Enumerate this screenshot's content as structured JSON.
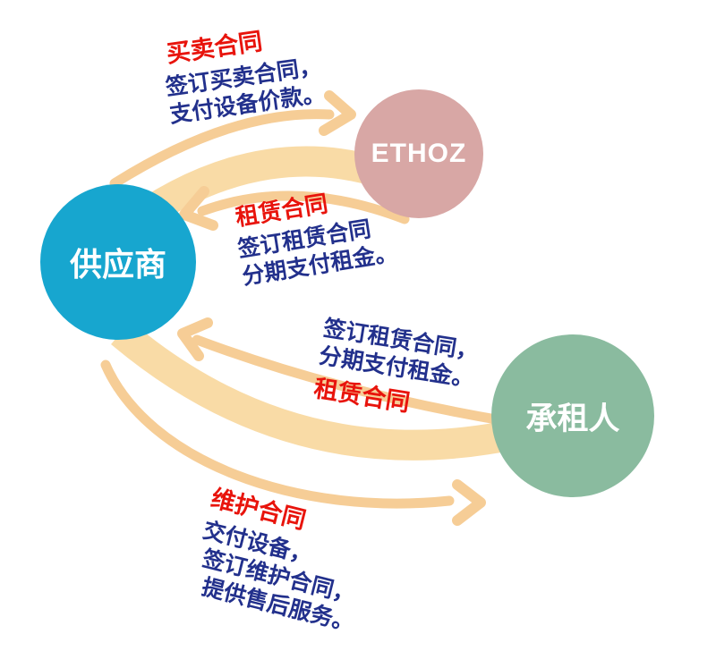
{
  "diagram": {
    "background": "#ffffff",
    "nodes": {
      "supplier": {
        "label": "供应商",
        "color": "#17A6CF",
        "text_color": "#ffffff"
      },
      "ethoz": {
        "label": "ETHOZ",
        "color": "#D8A7A5",
        "text_color": "#ffffff"
      },
      "lessee": {
        "label": "承租人",
        "color": "#8ABB9F",
        "text_color": "#ffffff"
      }
    },
    "contracts": {
      "sale": {
        "title": "买卖合同",
        "lines": [
          "签订买卖合同，",
          "支付设备价款。"
        ]
      },
      "lease_back": {
        "title": "租赁合同",
        "lines": [
          "签订租赁合同",
          "分期支付租金。"
        ]
      },
      "lease_forward": {
        "title": "租赁合同",
        "lines": [
          "签订租赁合同，",
          "分期支付租金。"
        ]
      },
      "maintenance": {
        "title": "维护合同",
        "lines": [
          "交付设备，",
          "签订维护合同，",
          "提供售后服务。"
        ]
      }
    },
    "flows": [
      {
        "contract": "sale",
        "from": "supplier",
        "to": "ethoz",
        "style": "thin-arrow"
      },
      {
        "contract": "lease_back",
        "from": "ethoz",
        "to": "supplier",
        "style": "thin-arrow"
      },
      {
        "contract": "lease_forward",
        "from": "lessee",
        "to": "supplier",
        "style": "thin-arrow"
      },
      {
        "contract": "maintenance",
        "from": "supplier",
        "to": "lessee",
        "style": "thin-arrow"
      },
      {
        "contract": "lease_band_top",
        "from": "ethoz",
        "to": "supplier",
        "style": "wide-band"
      },
      {
        "contract": "lease_band_bottom",
        "from": "supplier",
        "to": "lessee",
        "style": "wide-band"
      }
    ],
    "colors": {
      "contract_title": "#E8140C",
      "contract_body": "#22308C",
      "arrow_thin": "#F6CD96",
      "arrow_band": "#F9DBA6"
    }
  }
}
